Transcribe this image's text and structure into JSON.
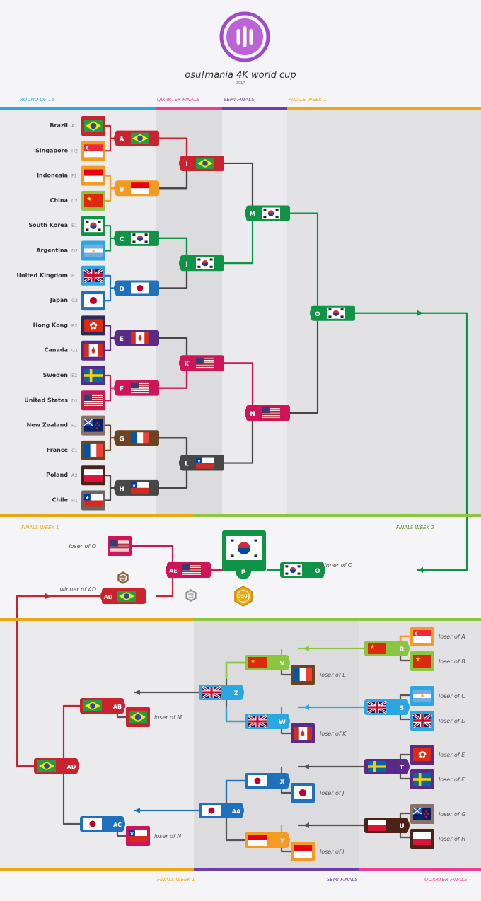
{
  "header": {
    "logo_text": "osu!mania 4K world cup",
    "year": "2017"
  },
  "top_bracket": {
    "round_labels": {
      "r16": "ROUND OF 16",
      "qf": "QUARTER FINALS",
      "sf": "SEMI FINALS",
      "fw1": "FINALS WEEK 1"
    },
    "teams": [
      {
        "name": "Brazil",
        "seed": "A1",
        "flag": "br"
      },
      {
        "name": "Singapore",
        "seed": "H2",
        "flag": "sg"
      },
      {
        "name": "Indonesia",
        "seed": "F1",
        "flag": "id"
      },
      {
        "name": "China",
        "seed": "C2",
        "flag": "cn"
      },
      {
        "name": "South Korea",
        "seed": "E1",
        "flag": "kr"
      },
      {
        "name": "Argentina",
        "seed": "D2",
        "flag": "ar"
      },
      {
        "name": "United Kingdom",
        "seed": "B1",
        "flag": "gb"
      },
      {
        "name": "Japan",
        "seed": "G2",
        "flag": "jp"
      },
      {
        "name": "Hong Kong",
        "seed": "B2",
        "flag": "hk"
      },
      {
        "name": "Canada",
        "seed": "G1",
        "flag": "ca"
      },
      {
        "name": "Sweden",
        "seed": "E2",
        "flag": "se"
      },
      {
        "name": "United States",
        "seed": "D1",
        "flag": "us"
      },
      {
        "name": "New Zealand",
        "seed": "F2",
        "flag": "nz"
      },
      {
        "name": "France",
        "seed": "C1",
        "flag": "fr"
      },
      {
        "name": "Poland",
        "seed": "A2",
        "flag": "pl"
      },
      {
        "name": "Chile",
        "seed": "H1",
        "flag": "cl"
      }
    ],
    "matches": {
      "A": {
        "label": "A",
        "winner_flag": "br"
      },
      "B": {
        "label": "B",
        "winner_flag": "id"
      },
      "C": {
        "label": "C",
        "winner_flag": "kr"
      },
      "D": {
        "label": "D",
        "winner_flag": "jp"
      },
      "E": {
        "label": "E",
        "winner_flag": "ca"
      },
      "F": {
        "label": "F",
        "winner_flag": "us"
      },
      "G": {
        "label": "G",
        "winner_flag": "fr"
      },
      "H": {
        "label": "H",
        "winner_flag": "cl"
      },
      "I": {
        "label": "I",
        "winner_flag": "br"
      },
      "J": {
        "label": "J",
        "winner_flag": "kr"
      },
      "K": {
        "label": "K",
        "winner_flag": "us"
      },
      "L": {
        "label": "L",
        "winner_flag": "cl"
      },
      "M": {
        "label": "M",
        "winner_flag": "kr"
      },
      "N": {
        "label": "N",
        "winner_flag": "us"
      },
      "O": {
        "label": "O",
        "winner_flag": "kr"
      }
    }
  },
  "finals": {
    "labels": {
      "fw1": "FINALS WEEK 1",
      "fw2": "FINALS WEEK 2"
    },
    "loser_of_o": "loser of O",
    "winner_of_ad": "winner of AD",
    "winner_of_o": "winner of O",
    "ae": {
      "label": "AE",
      "flag": "us"
    },
    "ad": {
      "label": "AD",
      "flag": "br"
    },
    "p": {
      "label": "P",
      "flag": "kr"
    },
    "o": {
      "label": "O",
      "flag": "kr"
    },
    "medals": {
      "gold": "OSU!",
      "silver": "osu!",
      "bronze": "osu!"
    }
  },
  "losers_bracket": {
    "labels": {
      "fw1": "FINALS WEEK 1",
      "sf": "SEMI FINALS",
      "qf": "QUARTER FINALS"
    },
    "loser_labels": {
      "A": "loser of A",
      "B": "loser of B",
      "C": "loser of C",
      "D": "loser of D",
      "E": "loser of E",
      "F": "loser of F",
      "G": "loser of G",
      "H": "loser of H",
      "L": "loser of L",
      "K": "loser of K",
      "J": "loser of J",
      "I": "loser of I",
      "M": "loser of M",
      "N": "loser of N"
    },
    "matches": {
      "R": {
        "label": "R",
        "flag": "cn"
      },
      "S": {
        "label": "S",
        "flag": "gb"
      },
      "T": {
        "label": "T",
        "flag": "se"
      },
      "U": {
        "label": "U",
        "flag": "pl"
      },
      "V": {
        "label": "V",
        "flag": "cn"
      },
      "W": {
        "label": "W",
        "flag": "gb"
      },
      "X": {
        "label": "X",
        "flag": "jp"
      },
      "Y": {
        "label": "Y",
        "flag": "id"
      },
      "Z": {
        "label": "Z",
        "flag": "gb"
      },
      "AA": {
        "label": "AA",
        "flag": "jp"
      },
      "AB": {
        "label": "AB",
        "flag": "br"
      },
      "AC": {
        "label": "AC",
        "flag": "jp"
      },
      "AD": {
        "label": "AD",
        "flag": "br"
      }
    },
    "entrants": {
      "A": "sg",
      "B": "cn",
      "C": "ar",
      "D": "gb",
      "E": "hk",
      "F": "se",
      "G": "nz",
      "H": "pl",
      "L": "fr",
      "K": "ca",
      "J": "jp",
      "I": "id",
      "M": "br",
      "N": "cl"
    }
  },
  "colors": {
    "red": "#c8232f",
    "orange": "#f59b21",
    "green": "#0f9347",
    "blue": "#1f70bd",
    "purple": "#5a2b86",
    "crimson": "#cf145a",
    "brown": "#6b4423",
    "dark": "#474747",
    "navy": "#2b2b5b",
    "lime": "#8cc63f",
    "sky": "#2aa7e0",
    "maroon": "#4b2316",
    "gray": "#666666",
    "pink": "#ec3c8e",
    "violet": "#6a3fa8",
    "gold": "#e9a713"
  }
}
